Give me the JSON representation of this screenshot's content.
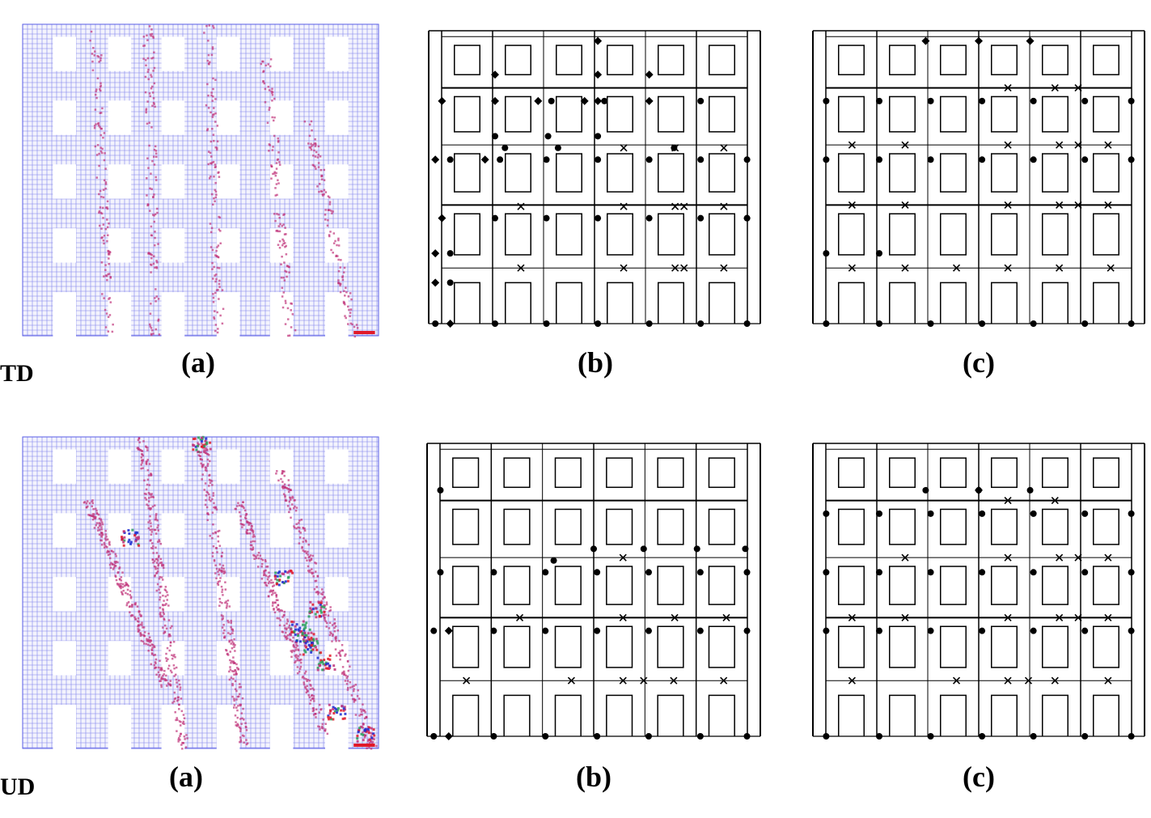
{
  "rows": [
    {
      "name": "TD",
      "panels": [
        {
          "label": "(a)",
          "kind": "mesh"
        },
        {
          "label": "(b)",
          "kind": "frame"
        },
        {
          "label": "(c)",
          "kind": "frame"
        }
      ]
    },
    {
      "name": "UD",
      "panels": [
        {
          "label": "(a)",
          "kind": "mesh"
        },
        {
          "label": "(b)",
          "kind": "frame"
        },
        {
          "label": "(c)",
          "kind": "frame"
        }
      ]
    }
  ],
  "colors": {
    "mesh_line": "#5a5ee6",
    "crack_magenta": "#c0347a",
    "crack_green": "#2aa05a",
    "crack_blue": "#1a2ad0",
    "crack_red": "#e01a2a",
    "ink": "#000000"
  },
  "hinge_legend": {
    "dot": "circle",
    "diamond": "diamond",
    "cross": "x"
  }
}
